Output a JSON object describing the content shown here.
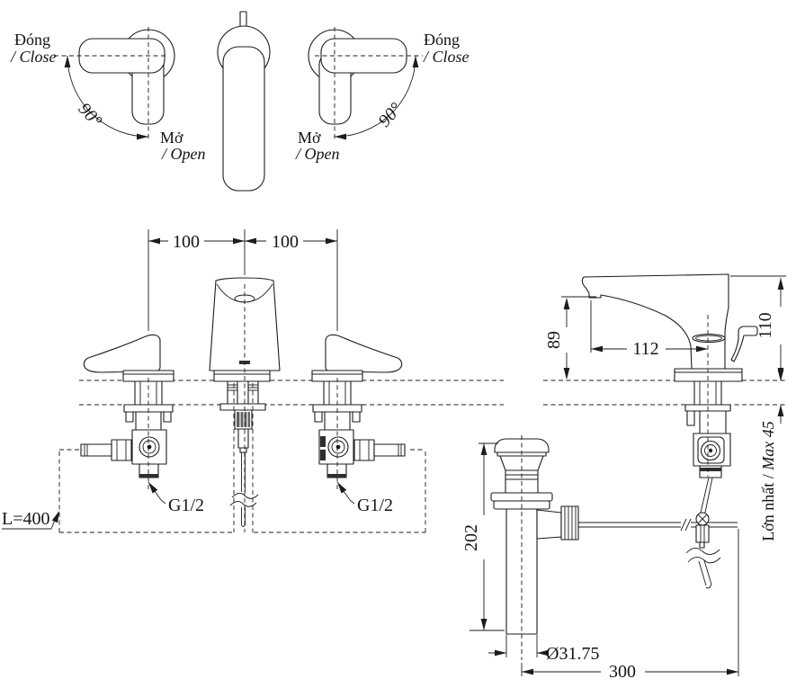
{
  "colors": {
    "ink": "#1c1c1c",
    "bg": "#ffffff"
  },
  "rotation_left": {
    "close_vi": "Đóng",
    "close_en": "/ Close",
    "open_vi": "Mở",
    "open_en": "/ Open",
    "angle": "90°"
  },
  "rotation_right": {
    "close_vi": "Đóng",
    "close_en": "/ Close",
    "open_vi": "Mở",
    "open_en": "/ Open",
    "angle": "90°"
  },
  "front": {
    "dim_left": "100",
    "dim_right": "100",
    "g_left": "G1/2",
    "g_right": "G1/2",
    "hose": "L=400"
  },
  "side": {
    "h89": "89",
    "reach112": "112",
    "h110": "110",
    "deck_vi": "Lớn nhất / ",
    "deck_en": "Max 45"
  },
  "drain": {
    "h202": "202",
    "dia": "Ø31.75",
    "rod300": "300"
  }
}
